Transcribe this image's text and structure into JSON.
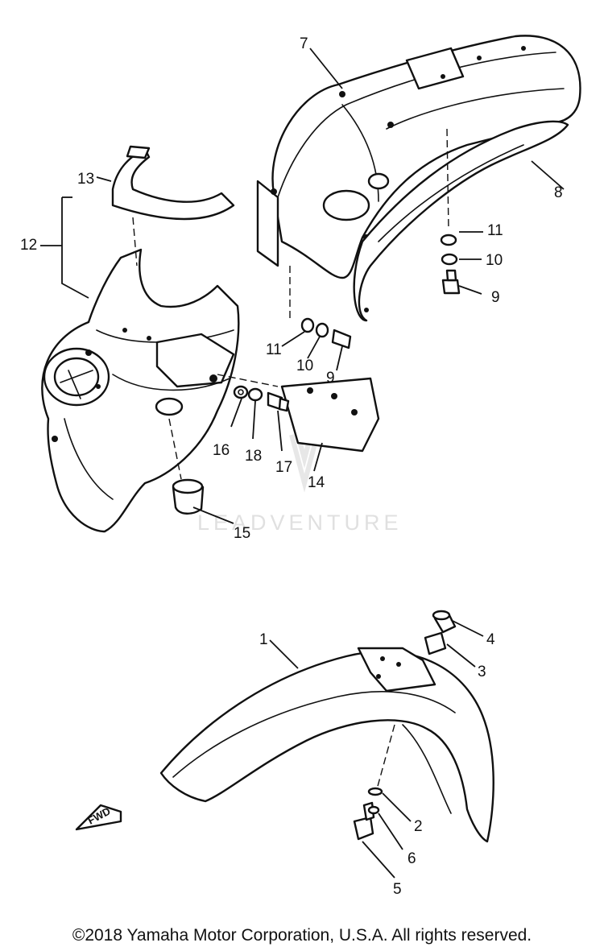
{
  "diagram": {
    "callouts": [
      "1",
      "2",
      "3",
      "4",
      "5",
      "6",
      "7",
      "8",
      "9",
      "10",
      "11",
      "12",
      "13",
      "14",
      "15",
      "16",
      "17",
      "18"
    ],
    "watermark": "LEADVENTURE",
    "arrow_label": "FWD",
    "copyright": "©2018 Yamaha Motor Corporation, U.S.A. All rights reserved."
  },
  "colors": {
    "line": "#111111",
    "background": "#ffffff",
    "watermark": "#e0e0e0"
  }
}
